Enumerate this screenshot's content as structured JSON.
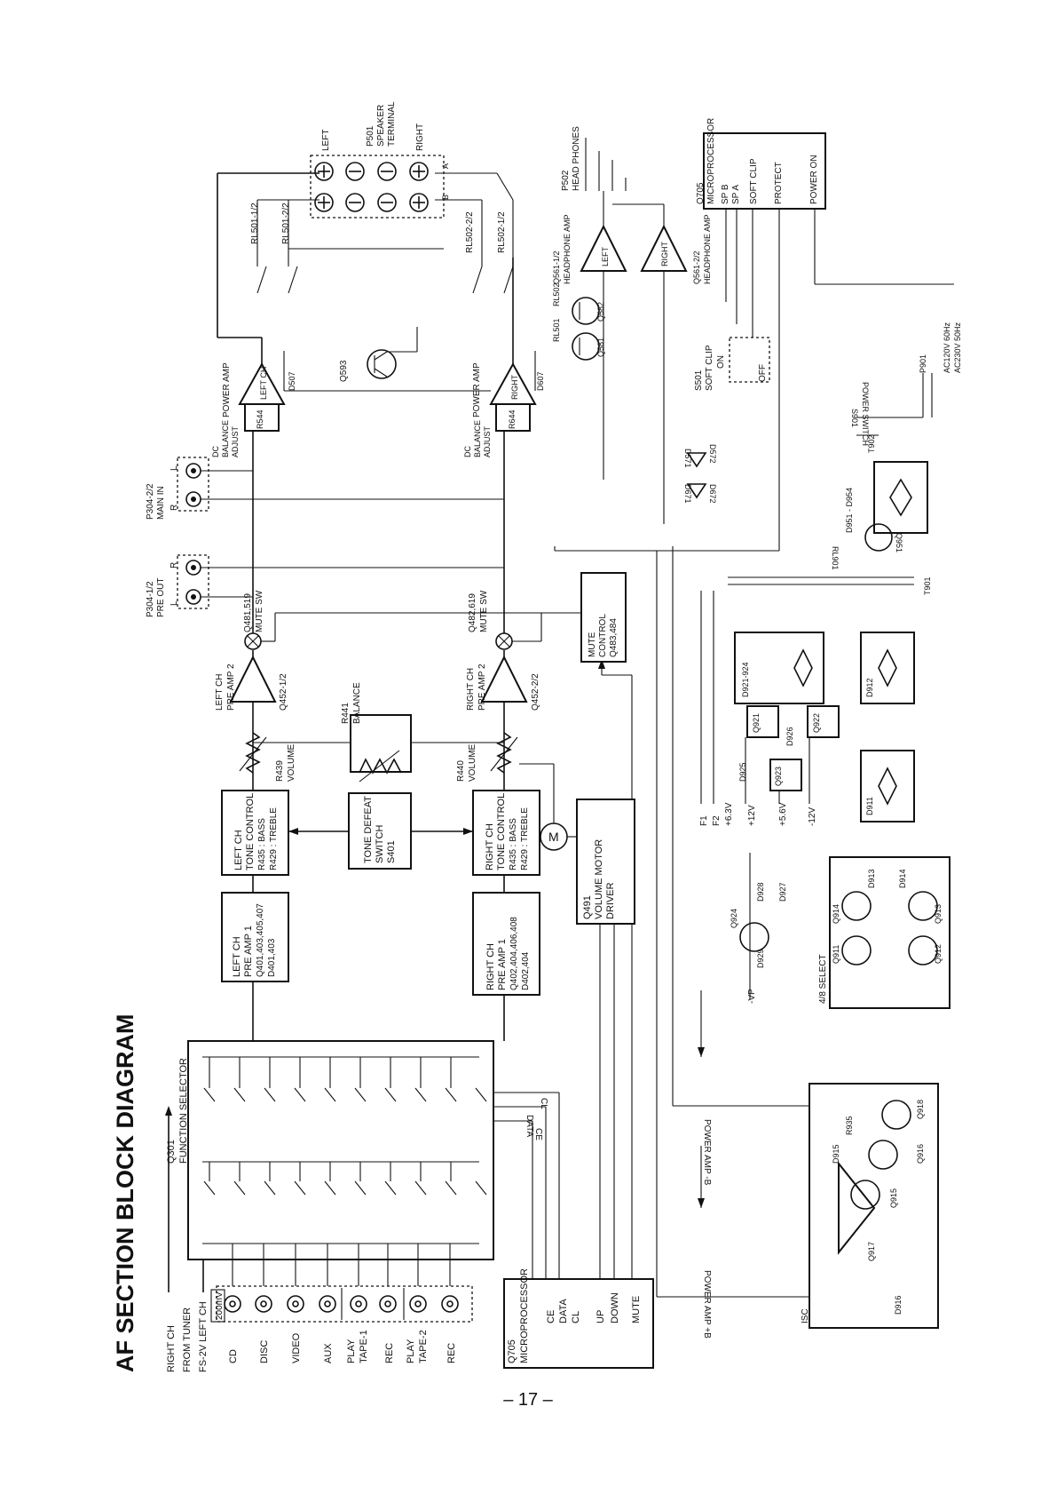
{
  "title": "AF SECTION BLOCK DIAGRAM",
  "page_number": "– 17 –",
  "inputs": {
    "tuner": [
      "RIGHT CH",
      "FROM TUNER",
      "FS-2V LEFT CH",
      "200mV"
    ],
    "jacks": [
      "CD",
      "DISC",
      "VIDEO",
      "AUX",
      "PLAY",
      "TAPE-1",
      "REC",
      "PLAY",
      "TAPE-2",
      "REC"
    ]
  },
  "function_selector": [
    "Q301",
    "FUNCTION SELECTOR"
  ],
  "micro_bottom": {
    "title": [
      "Q705",
      "MICROPROCESSOR"
    ],
    "pins": [
      "CE",
      "DATA",
      "CL",
      "UP",
      "DOWN",
      "MUTE"
    ]
  },
  "bus_labels": [
    "CE",
    "DATA",
    "CL"
  ],
  "preamp1_left": [
    "LEFT CH",
    "PRE AMP 1",
    "Q401,403,405,407",
    "D401,403"
  ],
  "preamp1_right": [
    "RIGHT CH",
    "PRE AMP 1",
    "Q402,404,406,408",
    "D402,404"
  ],
  "tone_left": [
    "LEFT CH",
    "TONE CONTROL",
    "R435 : BASS",
    "R429 : TREBLE"
  ],
  "tone_right": [
    "RIGHT CH",
    "TONE CONTROL",
    "R435 : BASS",
    "R429 : TREBLE"
  ],
  "tone_defeat": [
    "TONE DEFEAT",
    "SWITCH",
    "S401"
  ],
  "volume_left": [
    "R439",
    "VOLUME"
  ],
  "volume_right": [
    "R440",
    "VOLUME"
  ],
  "motor_driver": [
    "Q491",
    "VOLUME MOTOR",
    "DRIVER"
  ],
  "motor_pins": [
    "UP",
    "DOWN"
  ],
  "motor_symbol": "M",
  "balance": [
    "R441",
    "BALANCE"
  ],
  "preamp2_left": [
    "LEFT CH",
    "PRE AMP 2",
    "Q452-1/2"
  ],
  "preamp2_right": [
    "RIGHT CH",
    "PRE AMP 2",
    "Q452-2/2"
  ],
  "mute_sw_left": [
    "Q481,519",
    "MUTE SW"
  ],
  "mute_sw_right": [
    "Q482,619",
    "MUTE SW"
  ],
  "mute_control": [
    "MUTE",
    "CONTROL",
    "Q483,484"
  ],
  "pre_out": [
    "P304-1/2",
    "PRE OUT"
  ],
  "main_in": [
    "P304-2/2",
    "MAIN IN"
  ],
  "lr": {
    "l": "L",
    "r": "R"
  },
  "dc_left": [
    "DC",
    "BALANCE",
    "ADJUST",
    "R544"
  ],
  "dc_right": [
    "DC",
    "BALANCE",
    "ADJUST",
    "R644"
  ],
  "power_amp_left": [
    "POWER AMP",
    "LEFT CH",
    "D507"
  ],
  "power_amp_right": [
    "POWER AMP",
    "RIGHT",
    "D607"
  ],
  "q593": "Q593",
  "relays": [
    "RL501-1/2",
    "RL501-2/2",
    "RL502-2/2",
    "RL502-1/2"
  ],
  "speaker": [
    "P501",
    "SPEAKER",
    "TERMINAL"
  ],
  "speaker_lr": [
    "LEFT",
    "RIGHT"
  ],
  "speaker_ab": [
    "A",
    "B"
  ],
  "headphone": [
    "P502",
    "HEAD PHONES"
  ],
  "hp_amp_left": [
    "Q561-1/2",
    "HEADPHONE AMP",
    "LEFT"
  ],
  "hp_amp_right": [
    "Q561-2/2",
    "HEADPHONE AMP",
    "RIGHT"
  ],
  "relay_drivers": [
    "RL502",
    "Q582",
    "RL501",
    "Q581"
  ],
  "micro_top": {
    "title": [
      "Q705",
      "MICROPROCESSOR"
    ],
    "pins": [
      "SP B",
      "SP A",
      "SOFT CLIP",
      "PROTECT",
      "POWER ON"
    ]
  },
  "soft_clip": [
    "S501",
    "SOFT CLIP",
    "ON",
    "OFF"
  ],
  "diodes_sc": [
    "D571",
    "D572",
    "D671",
    "D672"
  ],
  "power_switch": [
    "S901",
    "POWER SWITCH",
    "P901",
    "AC120V 60Hz",
    "AC230V 50Hz"
  ],
  "transformer": [
    "T902",
    "T901"
  ],
  "bridge_top": [
    "D951 - D954"
  ],
  "q951": [
    "RL901",
    "Q951"
  ],
  "psu": [
    "D921-924",
    "Q921",
    "Q922",
    "Q923",
    "D926",
    "D925",
    "D912",
    "D911"
  ],
  "rails": [
    "F1",
    "F2",
    "+6.3V",
    "+12V",
    "+5.6V",
    "-12V"
  ],
  "vp_section": [
    "Q924",
    "D928",
    "D927",
    "D929",
    "-VP"
  ],
  "select_48": [
    "4/8 SELECT",
    "Q911",
    "Q912",
    "Q913",
    "Q914",
    "D913",
    "D914"
  ],
  "power_amp_b_neg": "POWER AMP -B",
  "power_amp_b_pos": "POWER AMP +B",
  "isc": [
    "ISC",
    "Q917",
    "D916",
    "Q915",
    "D915",
    "R935",
    "Q916",
    "Q918"
  ]
}
